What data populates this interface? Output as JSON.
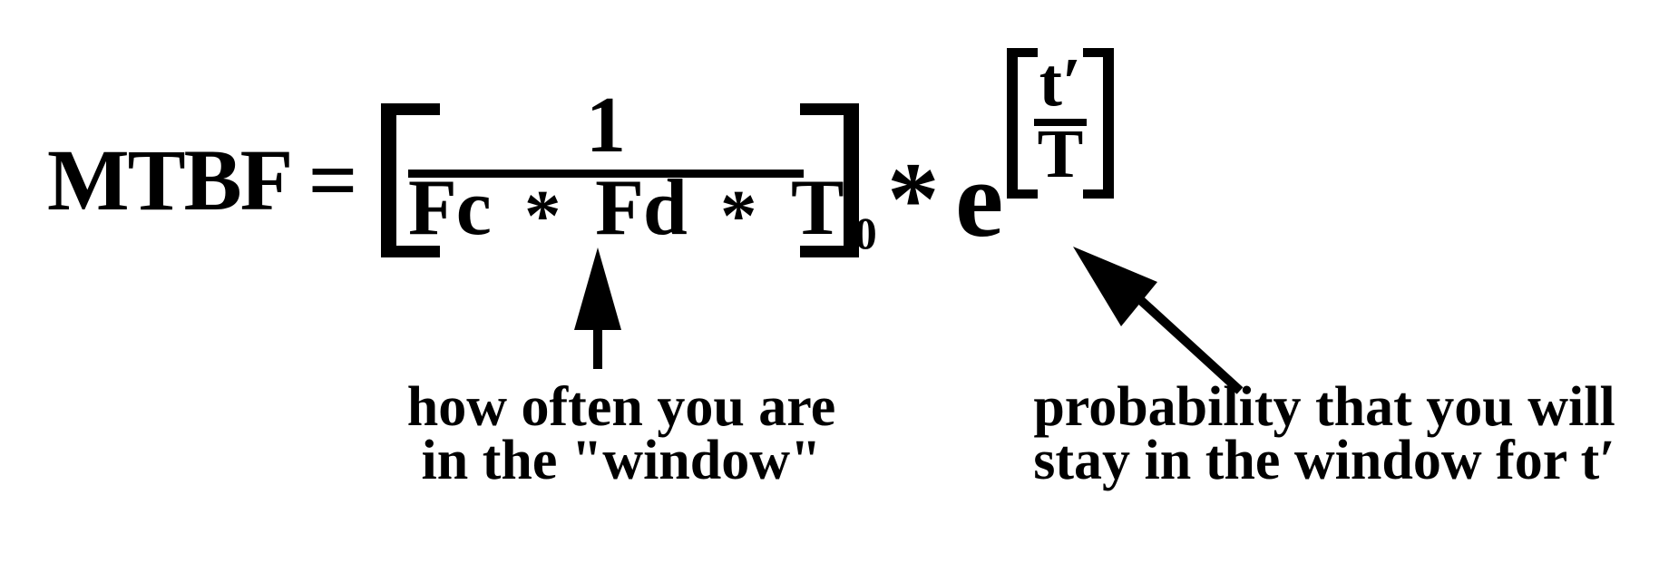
{
  "colors": {
    "ink": "#000000",
    "paper": "#ffffff"
  },
  "formula": {
    "lhs": "MTBF =",
    "fraction": {
      "numerator": "1",
      "den_parts": [
        "Fc",
        "*",
        "Fd",
        "*",
        "T"
      ],
      "den_sub": "0"
    },
    "multiply": "*",
    "base": "e",
    "exponent": {
      "numerator": "t′",
      "denominator": "T"
    }
  },
  "annotations": {
    "left": {
      "line1": "how often you are",
      "line2": "in the \"window\""
    },
    "right": {
      "line1": "probability that you will",
      "line2": "stay in the window for t′"
    }
  }
}
